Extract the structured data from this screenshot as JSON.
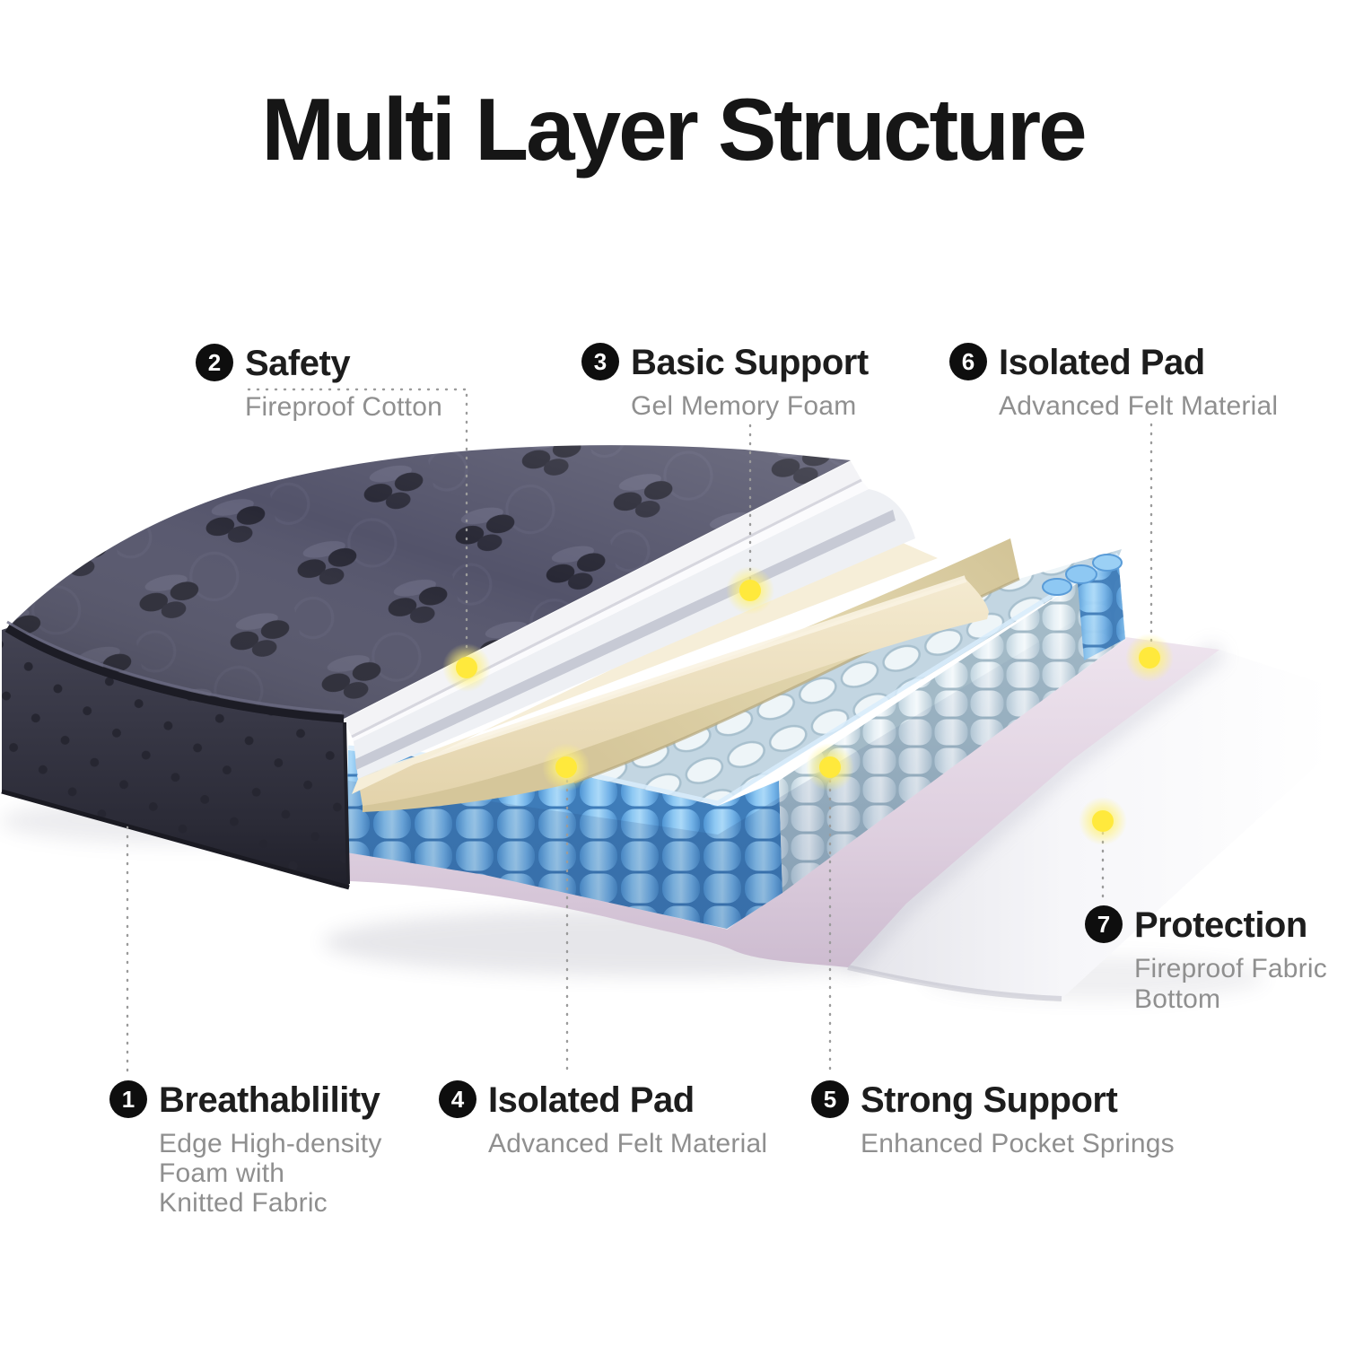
{
  "title": "Multi Layer Structure",
  "labels": {
    "n1": {
      "num": "1",
      "name": "Breathablility",
      "desc1": "Edge High-density",
      "desc2": "Foam with",
      "desc3": "Knitted Fabric"
    },
    "n2": {
      "num": "2",
      "name": "Safety",
      "desc1": "Fireproof Cotton"
    },
    "n3": {
      "num": "3",
      "name": "Basic Support",
      "desc1": "Gel Memory Foam"
    },
    "n4": {
      "num": "4",
      "name": "Isolated Pad",
      "desc1": "Advanced Felt Material"
    },
    "n5": {
      "num": "5",
      "name": "Strong Support",
      "desc1": "Enhanced Pocket Springs"
    },
    "n6": {
      "num": "6",
      "name": "Isolated Pad",
      "desc1": "Advanced Felt Material"
    },
    "n7": {
      "num": "7",
      "name": "Protection",
      "desc1": "Fireproof Fabric",
      "desc2": "Bottom"
    }
  },
  "colors": {
    "highlight_dot": "#ffe93c",
    "heading_text": "#1d1d1d",
    "subtitle_text": "#8f8f8f",
    "quilted_cover": "#4b4b62",
    "pocket_spring_blue": "#7dbcee",
    "memory_foam_cream": "#f2e8cd",
    "felt_pad_tan": "#d8caa0",
    "felt_pad_pink": "#ddcfdd"
  }
}
